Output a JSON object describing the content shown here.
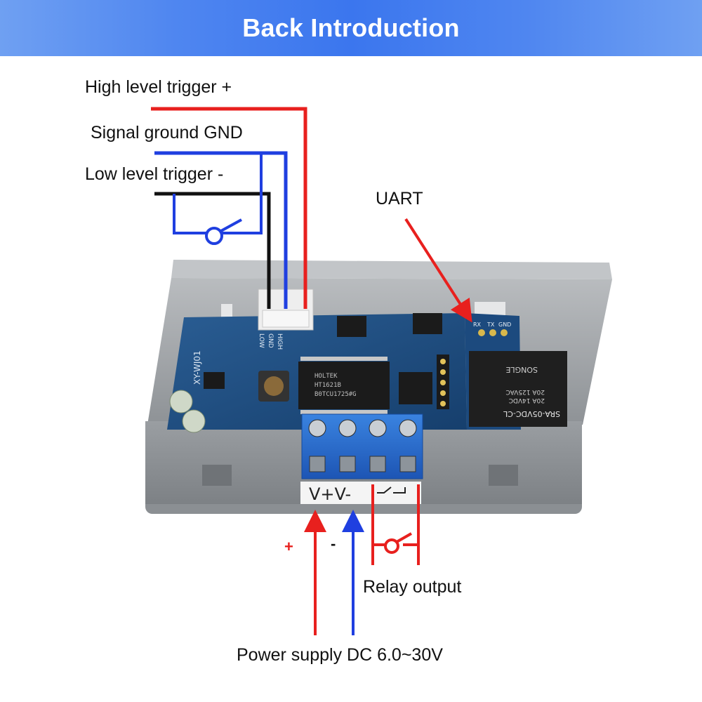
{
  "banner": {
    "title": "Back Introduction"
  },
  "labels": {
    "high_trigger": "High level trigger +",
    "signal_gnd": "Signal ground GND",
    "low_trigger": "Low level trigger -",
    "uart": "UART",
    "relay_output": "Relay output",
    "power_supply": "Power supply DC 6.0~30V",
    "plus": "+",
    "minus": "-"
  },
  "board": {
    "model": "XY-WJ01",
    "pin_labels": [
      "LOW",
      "GND",
      "HIGH"
    ],
    "uart_pins": [
      "RX",
      "TX",
      "GND"
    ],
    "ic_text": [
      "HOLTEK",
      "HT1621B",
      "B0TCU1725#G"
    ],
    "relay_text": [
      "SRA-05VDC-CL",
      "20A 14VDC",
      "20A 125VAC",
      "SONGLE"
    ],
    "terminal_label": "V+V-"
  },
  "colors": {
    "red": "#e8201e",
    "blue": "#1f3fe0",
    "black": "#111111"
  }
}
